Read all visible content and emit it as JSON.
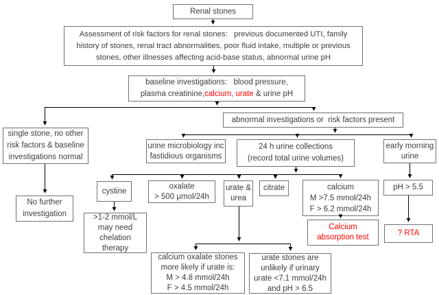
{
  "colors": {
    "red_text": "#ff0000",
    "box_border": "#6f6f6f",
    "text": "#3c3c3c",
    "connector": "#000000",
    "background": "#ffffff"
  },
  "nodes": {
    "renal": {
      "text": "Renal stones"
    },
    "assessment": {
      "lines": [
        "Assessment of risk factors for renal stones:   previous documented UTI, family",
        "history of stones, renal tract abnormalities, poor fluid intake, multiple or previous",
        "stones, other illnesses affecting acid-base status, abnormal urine pH"
      ]
    },
    "baseline": {
      "line1": "baseline investigations:   blood pressure,",
      "line2_black": "plasma creatinine,",
      "line2_red": "calcium, urate",
      "line2_tail": " & urine pH"
    },
    "single": {
      "lines": [
        "single stone, no other",
        "risk factors & baseline",
        "investigations normal"
      ]
    },
    "abnormal": {
      "text": "abnormal investigations or  risk factors present"
    },
    "urine_micro": {
      "lines": [
        "urine microbiology inc",
        "fastidious organisms"
      ]
    },
    "urine24": {
      "lines": [
        "24 h urine collections",
        "(record total urine volumes)"
      ]
    },
    "early_morning": {
      "lines": [
        "early morning",
        "urine"
      ]
    },
    "cystine": {
      "text": "cystine"
    },
    "oxalate": {
      "lines": [
        "oxalate",
        "> 500 μmol/24h"
      ]
    },
    "urate_urea": {
      "lines": [
        "urate &",
        "urea"
      ]
    },
    "citrate": {
      "text": "citrate"
    },
    "calcium": {
      "lines": [
        "calcium",
        "M >7.5 mmol/24h",
        "F > 6.2 mmol/24h"
      ]
    },
    "ph55": {
      "text": "pH > 5.5"
    },
    "no_further": {
      "lines": [
        "No further",
        "investigation"
      ]
    },
    "chelation": {
      "lines": [
        ">1-2 mmol/L",
        "may need",
        "chelation",
        "therapy"
      ]
    },
    "calcium_absorption": {
      "lines": [
        "Calcium",
        "absorption test"
      ]
    },
    "rta": {
      "text": "? RTA"
    },
    "calc_oxalate_stones": {
      "lines": [
        "calcium oxalate stones",
        "more likely if urate is:",
        "M > 4.8 mmol/24h",
        "F > 4.5 mmol/24h"
      ]
    },
    "urate_stones": {
      "lines": [
        "urate stones are",
        "unlikely if urinary",
        "urate <7.1 mmol/24h",
        "and pH > 6.5"
      ]
    }
  }
}
